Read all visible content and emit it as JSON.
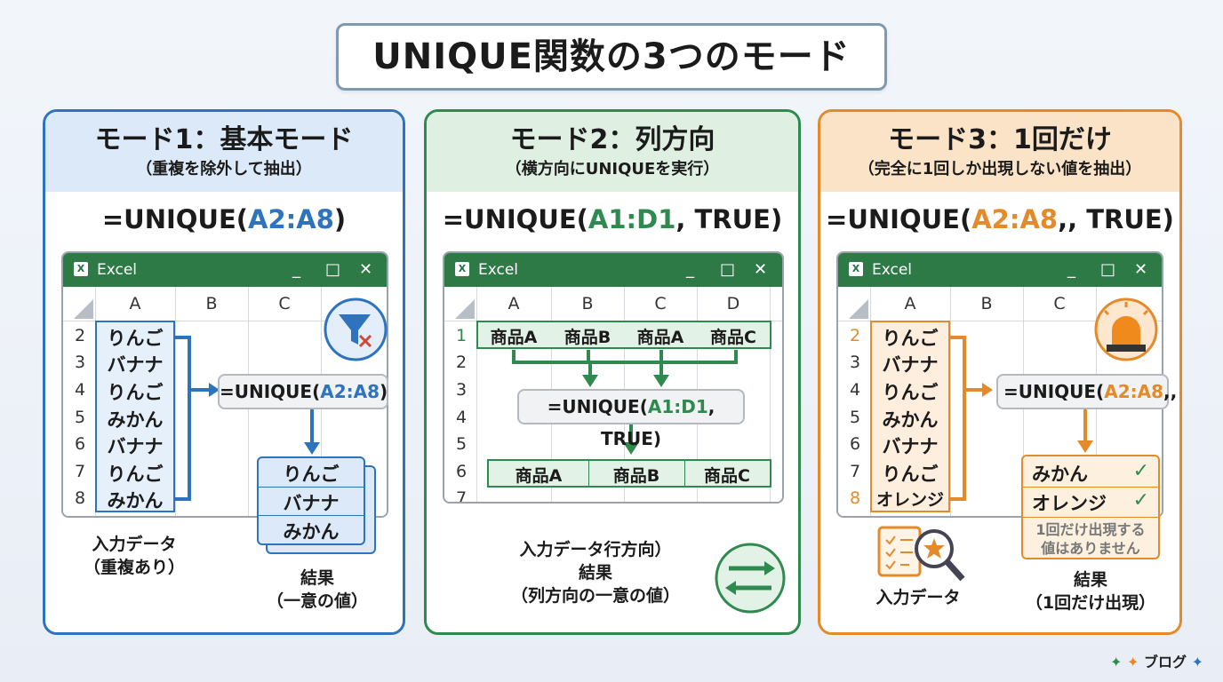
{
  "title": "UNIQUE関数の3つのモード",
  "window_title": "Excel",
  "window_controls": [
    "_",
    "□",
    "✕"
  ],
  "colors": {
    "blue": "#2d73bd",
    "green": "#2e8a4f",
    "orange": "#e48a2a"
  },
  "mode1": {
    "title": "モード1：基本モード",
    "subtitle": "（重複を除外して抽出）",
    "formula_pre": "=UNIQUE(",
    "formula_ref": "A2:A8",
    "formula_post": ")",
    "col_headers": [
      "A",
      "B",
      "C"
    ],
    "rows": [
      "2",
      "3",
      "4",
      "5",
      "6",
      "7",
      "8"
    ],
    "values": [
      "りんご",
      "バナナ",
      "りんご",
      "みかん",
      "バナナ",
      "りんご",
      "みかん"
    ],
    "cell_formula_pre": "=UNIQUE(",
    "cell_formula_ref": "A2:A8",
    "cell_formula_post": ")",
    "results": [
      "りんご",
      "バナナ",
      "みかん"
    ],
    "input_label": "入力データ",
    "input_sub": "（重複あり）",
    "result_label": "結果",
    "result_sub": "（一意の値）",
    "icon": "filter-remove-icon"
  },
  "mode2": {
    "title": "モード2：列方向",
    "subtitle": "（横方向にUNIQUEを実行）",
    "formula_pre": "=UNIQUE(",
    "formula_ref": "A1:D1",
    "formula_post": ", TRUE)",
    "col_headers": [
      "A",
      "B",
      "C",
      "D"
    ],
    "rows": [
      "1",
      "2",
      "3",
      "4",
      "5",
      "6",
      "7"
    ],
    "values": [
      "商品A",
      "商品B",
      "商品A",
      "商品C"
    ],
    "cell_formula_pre": "=UNIQUE(",
    "cell_formula_ref": "A1:D1",
    "cell_formula_post": ", TRUE)",
    "results": [
      "商品A",
      "商品B",
      "商品C"
    ],
    "label_line1": "入力データ行方向）",
    "label_line2": "結果",
    "label_line3": "（列方向の一意の値）",
    "icon": "swap-arrows-icon"
  },
  "mode3": {
    "title": "モード3：1回だけ",
    "subtitle": "（完全に1回しか出現しない値を抽出）",
    "formula_pre": "=UNIQUE(",
    "formula_ref": "A2:A8",
    "formula_post": ",, TRUE)",
    "col_headers": [
      "A",
      "B",
      "C"
    ],
    "rows": [
      "2",
      "3",
      "4",
      "5",
      "6",
      "7",
      "8"
    ],
    "values": [
      "りんご",
      "バナナ",
      "りんご",
      "みかん",
      "バナナ",
      "りんご",
      "オレンジ"
    ],
    "cell_formula_pre": "=UNIQUE(",
    "cell_formula_ref": "A2:A8",
    "cell_formula_post": ",,",
    "results": [
      "みかん",
      "オレンジ"
    ],
    "note_line1": "1回だけ出現する",
    "note_line2": "値はありません",
    "input_label": "入力データ",
    "result_label": "結果",
    "result_sub": "（1回だけ出現）",
    "icon": "alarm-light-icon"
  },
  "logo": "ブログ"
}
